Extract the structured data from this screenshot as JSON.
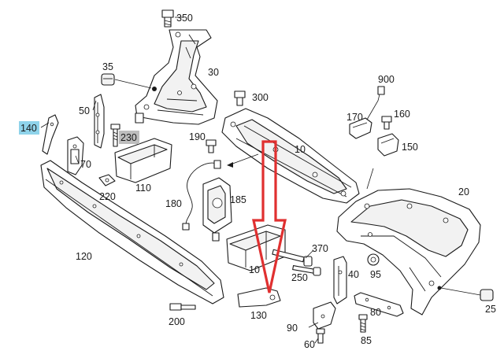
{
  "labels": {
    "l350": "350",
    "l35": "35",
    "l30": "30",
    "l300": "300",
    "l900": "900",
    "l170": "170",
    "l160": "160",
    "l150": "150",
    "l140": "140",
    "l50": "50",
    "l230": "230",
    "l190": "190",
    "l10": "10",
    "l70": "70",
    "l110": "110",
    "l220": "220",
    "l180": "180",
    "l185": "185",
    "l20": "20",
    "l120": "120",
    "l370": "370",
    "l100": "10",
    "l40": "40",
    "l95": "95",
    "l250": "250",
    "l25": "25",
    "l80": "80",
    "l130": "130",
    "l90": "90",
    "l200": "200",
    "l85": "85",
    "l60": "60"
  },
  "colors": {
    "arrow": "#e03030",
    "highlight_140": "#8fd3ea",
    "highlight_230": "#bdbdbd",
    "line": "#1a1a1a"
  },
  "highlighted_parts": [
    "140",
    "230"
  ]
}
